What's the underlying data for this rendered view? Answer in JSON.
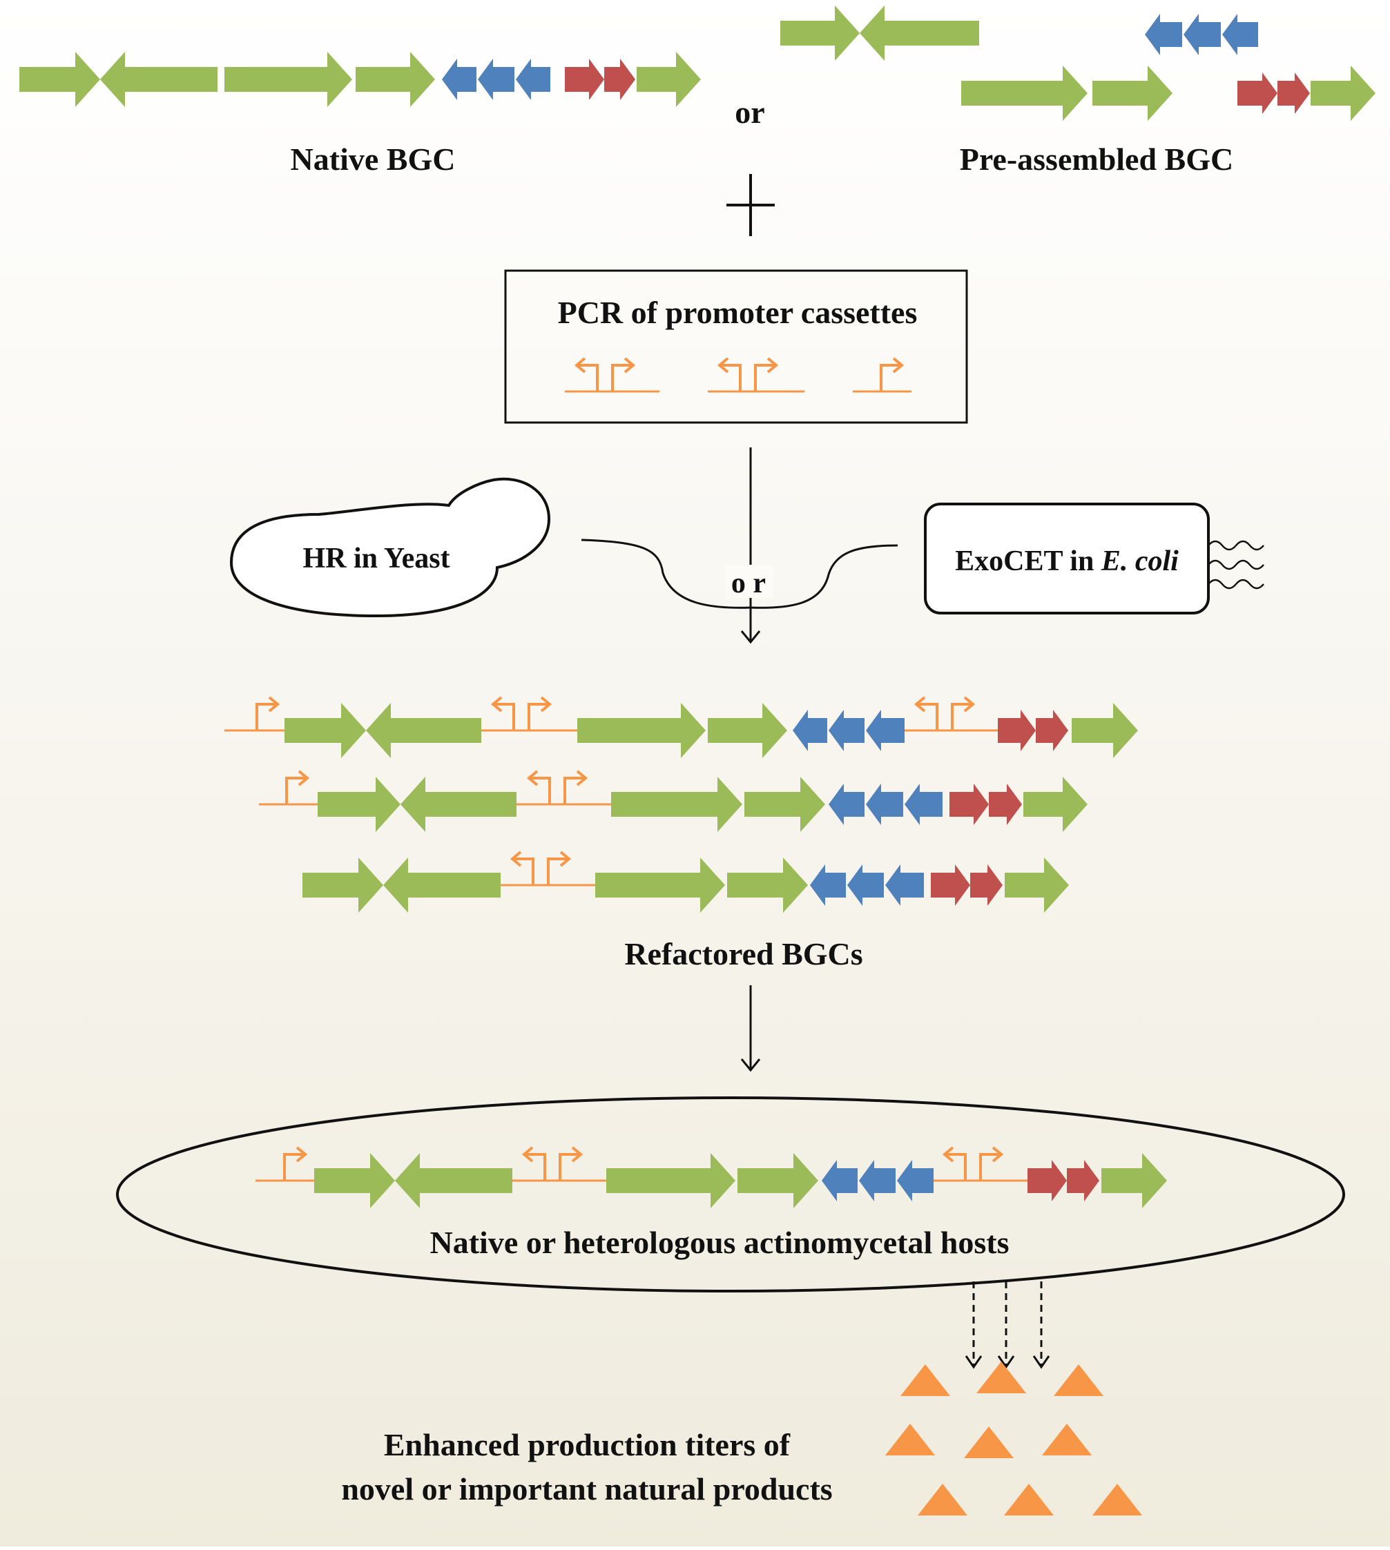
{
  "labels": {
    "native_bgc": "Native BGC",
    "or_top": "or",
    "preassembled_bgc": "Pre-assembled BGC",
    "pcr_title": "PCR of promoter cassettes",
    "hr_yeast": "HR in Yeast",
    "or_middle": "o r",
    "exocet_prefix": "ExoCET in ",
    "exocet_italic": "E. coli",
    "refactored": "Refactored BGCs",
    "hosts": "Native or heterologous actinomycetal hosts",
    "products_line1": "Enhanced production titers of",
    "products_line2": "novel or important natural products"
  },
  "colors": {
    "green_gene": "#9BBB59",
    "blue_gene": "#4F81BD",
    "red_gene": "#C0504D",
    "promoter_orange": "#F79646",
    "product_orange": "#F79646",
    "background_top": "#FFFFFF",
    "background_bottom": "#EFEBDD"
  },
  "icons": {
    "plus": "plus-icon",
    "yeast": "yeast-cell-icon",
    "ecoli": "ecoli-cell-icon",
    "product": "triangle-product-icon"
  }
}
